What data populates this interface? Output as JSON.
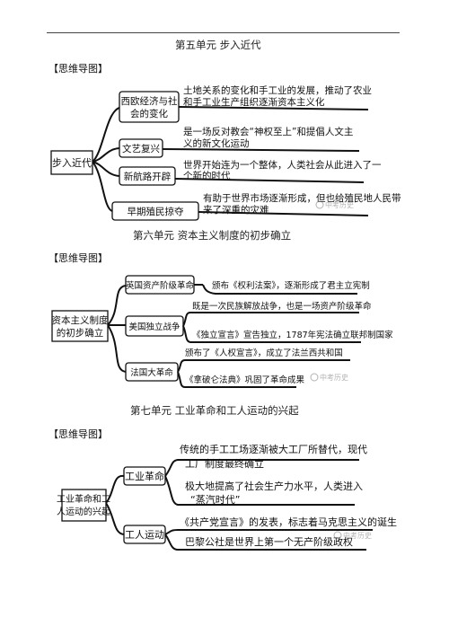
{
  "page": {
    "units": [
      {
        "title": "第五单元 步入近代",
        "tag": "【思维导图】",
        "center": [
          "步入近代"
        ],
        "branches": [
          {
            "label": [
              "西欧经济与社",
              "会的变化"
            ],
            "text": [
              "土地关系的变化和手工业的发展，推动了农业",
              "和手工业生产组织逐渐资本主义化"
            ]
          },
          {
            "label": [
              "文艺复兴"
            ],
            "text": [
              "是一场反对教会“神权至上”和提倡人文主",
              "义的新文化运动"
            ]
          },
          {
            "label": [
              "新航路开辟"
            ],
            "text": [
              "世界开始连为一个整体，人类社会从此进入了一",
              "个新的时代"
            ]
          },
          {
            "label": [
              "早期殖民掠夺"
            ],
            "text": [
              "有助于世界市场逐渐形成，但也给殖民地人民带",
              "来了深重的灾难"
            ]
          }
        ]
      },
      {
        "title": "第六单元 资本主义制度的初步确立",
        "tag": "【思维导图】",
        "center": [
          "资本主义制度",
          "的初步确立"
        ],
        "branches": [
          {
            "label": [
              "英国资产阶级革命"
            ],
            "text": [
              "颁布《权利法案》，逐渐形成了君主立宪制"
            ]
          },
          {
            "label": [
              "美国独立战争"
            ],
            "text": [
              "既是一次民族解放战争，也是一场资产阶级革命",
              "《独立宣言》宣告独立，1787年宪法确立联邦制国家"
            ]
          },
          {
            "label": [
              "法国大革命"
            ],
            "text": [
              "颁布了《人权宣言》，成立了法兰西共和国",
              "《拿破仑法典》巩固了革命成果"
            ]
          }
        ]
      },
      {
        "title": "第七单元 工业革命和工人运动的兴起",
        "tag": "【思维导图】",
        "center": [
          "工业革命和工",
          "人运动的兴起"
        ],
        "branches": [
          {
            "label": [
              "工业革命"
            ],
            "text": [
              "传统的手工工场逐渐被大工厂所替代，现代",
              "工厂制度最终确立",
              "极大地提高了社会生产力水平，人类进入",
              "“蒸汽时代”"
            ]
          },
          {
            "label": [
              "工人运动"
            ],
            "text": [
              "《共产党宣言》的发表，标志着马克思主义的诞生",
              "巴黎公社是世界上第一个无产阶级政权"
            ]
          }
        ]
      }
    ],
    "watermark": "中考历史"
  }
}
